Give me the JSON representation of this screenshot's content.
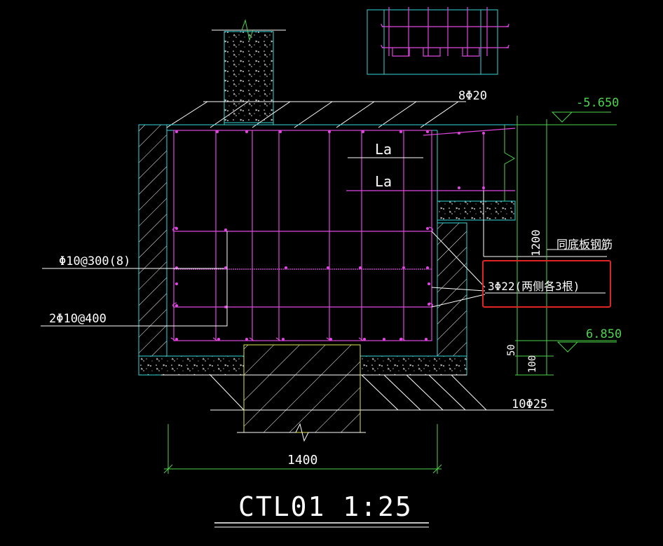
{
  "labels": {
    "top_bars": "8Φ20",
    "la_1": "La",
    "la_2": "La",
    "elev_top": "-5.650",
    "elev_bottom": "6.850",
    "dim_1200": "1200",
    "same_as_slab": "同底板钢筋",
    "side_bars": "3Φ22(两侧各3根)",
    "stirrups": "Φ10@300(8)",
    "ties": "2Φ10@400",
    "dim_50": "50",
    "dim_100": "100",
    "bottom_bars": "10Φ25",
    "width_dim": "1400",
    "title": "CTL01  1:25"
  },
  "colors": {
    "cyan": "#33d6d6",
    "magenta": "#e046e0",
    "white": "#ffffff",
    "green": "#4cd34c",
    "yellow": "#e6e64a",
    "highlight": "#e02424"
  }
}
